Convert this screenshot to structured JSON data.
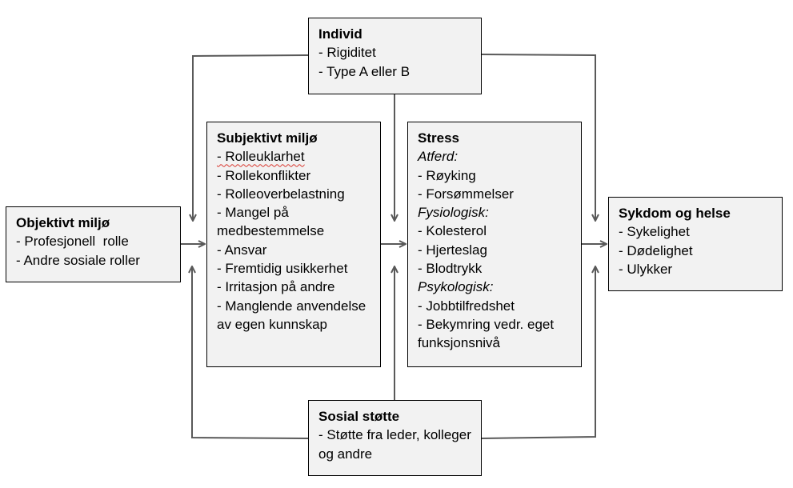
{
  "boxes": {
    "individ": {
      "title": "Individ",
      "items": [
        "- Rigiditet",
        "- Type A eller B"
      ]
    },
    "subjektivt": {
      "title": "Subjektivt miljø",
      "items": [
        "- Rolleuklarhet",
        "- Rollekonflikter",
        "- Rolleoverbelastning",
        "- Mangel på medbestemmelse",
        "- Ansvar",
        "- Fremtidig usikkerhet",
        "- Irritasjon på andre",
        "- Manglende anvendelse av egen kunnskap"
      ]
    },
    "stress": {
      "title": "Stress",
      "atferd_label": "Atferd:",
      "atferd": [
        "- Røyking",
        "- Forsømmelser"
      ],
      "fysiologisk_label": "Fysiologisk:",
      "fysiologisk": [
        "- Kolesterol",
        "- Hjerteslag",
        "- Blodtrykk"
      ],
      "psykologisk_label": "Psykologisk:",
      "psykologisk": [
        "- Jobbtilfredshet",
        "- Bekymring vedr. eget funksjonsnivå"
      ]
    },
    "objektivt": {
      "title": "Objektivt miljø",
      "items": [
        "- Profesjonell  rolle",
        "- Andre sosiale roller"
      ]
    },
    "sykdom": {
      "title": "Sykdom og helse",
      "items": [
        "- Sykelighet",
        "- Dødelighet",
        "- Ulykker"
      ]
    },
    "sosial": {
      "title": "Sosial støtte",
      "items": [
        "- Støtte fra leder, kolleger og andre"
      ]
    }
  },
  "colors": {
    "box_fill": "#f2f2f2",
    "box_border": "#000000",
    "arrow": "#595959",
    "spellcheck": "#d9382e"
  }
}
